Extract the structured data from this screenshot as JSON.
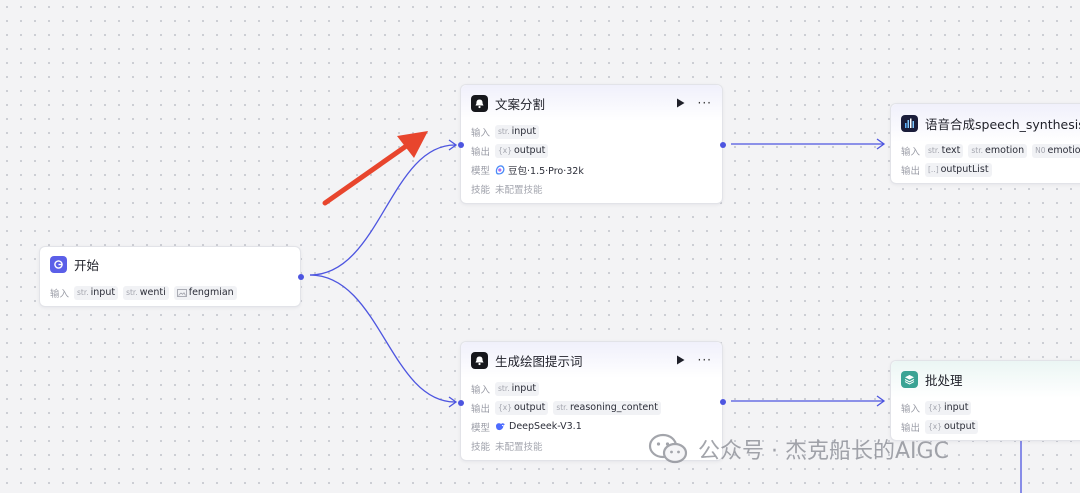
{
  "nodes": {
    "start": {
      "title": "开始",
      "input_label": "输入",
      "inputs": [
        {
          "type": "str.",
          "name": "input"
        },
        {
          "type": "str.",
          "name": "wenti"
        },
        {
          "type": "img",
          "name": "fengmian"
        }
      ]
    },
    "split": {
      "title": "文案分割",
      "input_label": "输入",
      "input": {
        "type": "str.",
        "name": "input"
      },
      "output_label": "输出",
      "output": {
        "type": "{x}",
        "name": "output"
      },
      "model_label": "模型",
      "model": "豆包·1.5·Pro·32k",
      "skill_label": "技能",
      "skill": "未配置技能"
    },
    "prompt": {
      "title": "生成绘图提示词",
      "input_label": "输入",
      "input": {
        "type": "str.",
        "name": "input"
      },
      "output_label": "输出",
      "outputs": [
        {
          "type": "{x}",
          "name": "output"
        },
        {
          "type": "str.",
          "name": "reasoning_content"
        }
      ],
      "model_label": "模型",
      "model": "DeepSeek-V3.1",
      "skill_label": "技能",
      "skill": "未配置技能"
    },
    "tts": {
      "title": "语音合成speech_synthesis",
      "input_label": "输入",
      "inputs": [
        {
          "type": "str.",
          "name": "text"
        },
        {
          "type": "str.",
          "name": "emotion"
        },
        {
          "type": "N0",
          "name": "emotion_sca"
        }
      ],
      "output_label": "输出",
      "output": {
        "type": "[..]",
        "name": "outputList"
      }
    },
    "batch": {
      "title": "批处理",
      "input_label": "输入",
      "input": {
        "type": "{x}",
        "name": "input"
      },
      "output_label": "输出",
      "output": {
        "type": "{x}",
        "name": "output"
      }
    }
  },
  "watermark": {
    "text": "公众号 · 杰克船长的AIGC"
  },
  "colors": {
    "edge": "#4d55e0",
    "arrow": "#e8452d",
    "start_icon": "#5b5fe8",
    "batch_icon": "#3aa394",
    "tts_icon": "#1a1d3a"
  }
}
